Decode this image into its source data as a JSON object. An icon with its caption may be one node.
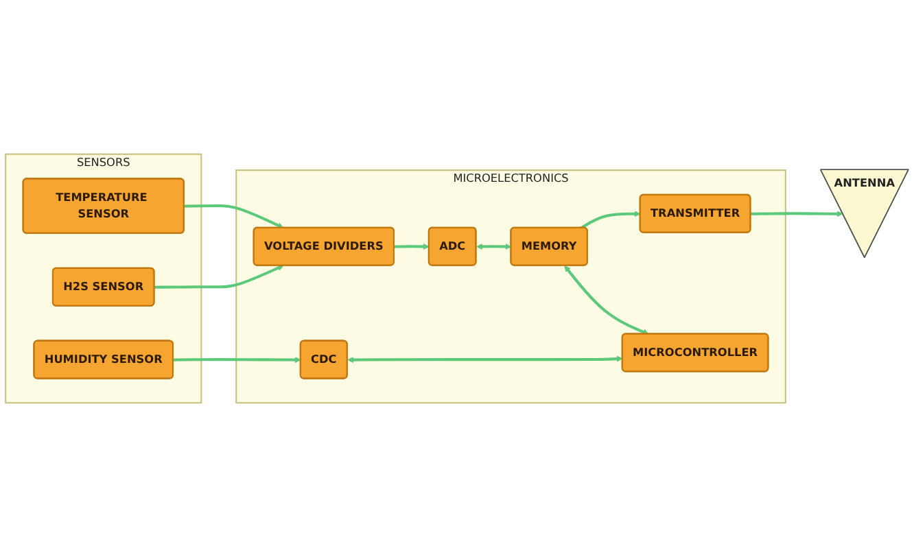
{
  "diagram": {
    "nodes": [
      {
        "text": [
          "ANTENNA"
        ]
      },
      {
        "text": [
          "SENSORS"
        ]
      },
      {
        "text": [
          "H2S SENSOR"
        ],
        "in": 1
      },
      {
        "text": [
          "TEMPERATURE SENSOR"
        ],
        "in": 1
      },
      {
        "text": [
          "HUMIDITY SENSOR"
        ],
        "in": 1
      },
      {
        "text": [
          "MICROELECTRONICS"
        ]
      },
      {
        "text": [
          "TRANSMITTER"
        ],
        "in": 5
      },
      {
        "text": [
          "VOLTAGE DIVIDERS"
        ],
        "in": 5
      },
      {
        "text": [
          "ADC"
        ],
        "in": 5
      },
      {
        "text": [
          "MEMORY"
        ],
        "in": 5
      },
      {
        "text": [
          "CDC"
        ],
        "in": 5
      },
      {
        "text": [
          "MICROCONTROLLER"
        ],
        "in": 5
      }
    ],
    "edges": [
      {
        "from": 2,
        "to": 7,
        "arrow": "to"
      },
      {
        "from": 3,
        "to": 7,
        "arrow": "to"
      },
      {
        "from": 4,
        "to": 10,
        "arrow": "to"
      },
      {
        "from": 7,
        "to": 8,
        "arrow": "to"
      },
      {
        "from": 8,
        "to": 9,
        "arrow": "both"
      },
      {
        "from": 10,
        "to": 11,
        "arrow": "both"
      },
      {
        "from": 9,
        "to": 11,
        "arrow": "both"
      },
      {
        "from": 9,
        "to": 6,
        "arrow": "to"
      },
      {
        "from": 6,
        "to": 0,
        "arrow": "to"
      }
    ]
  }
}
